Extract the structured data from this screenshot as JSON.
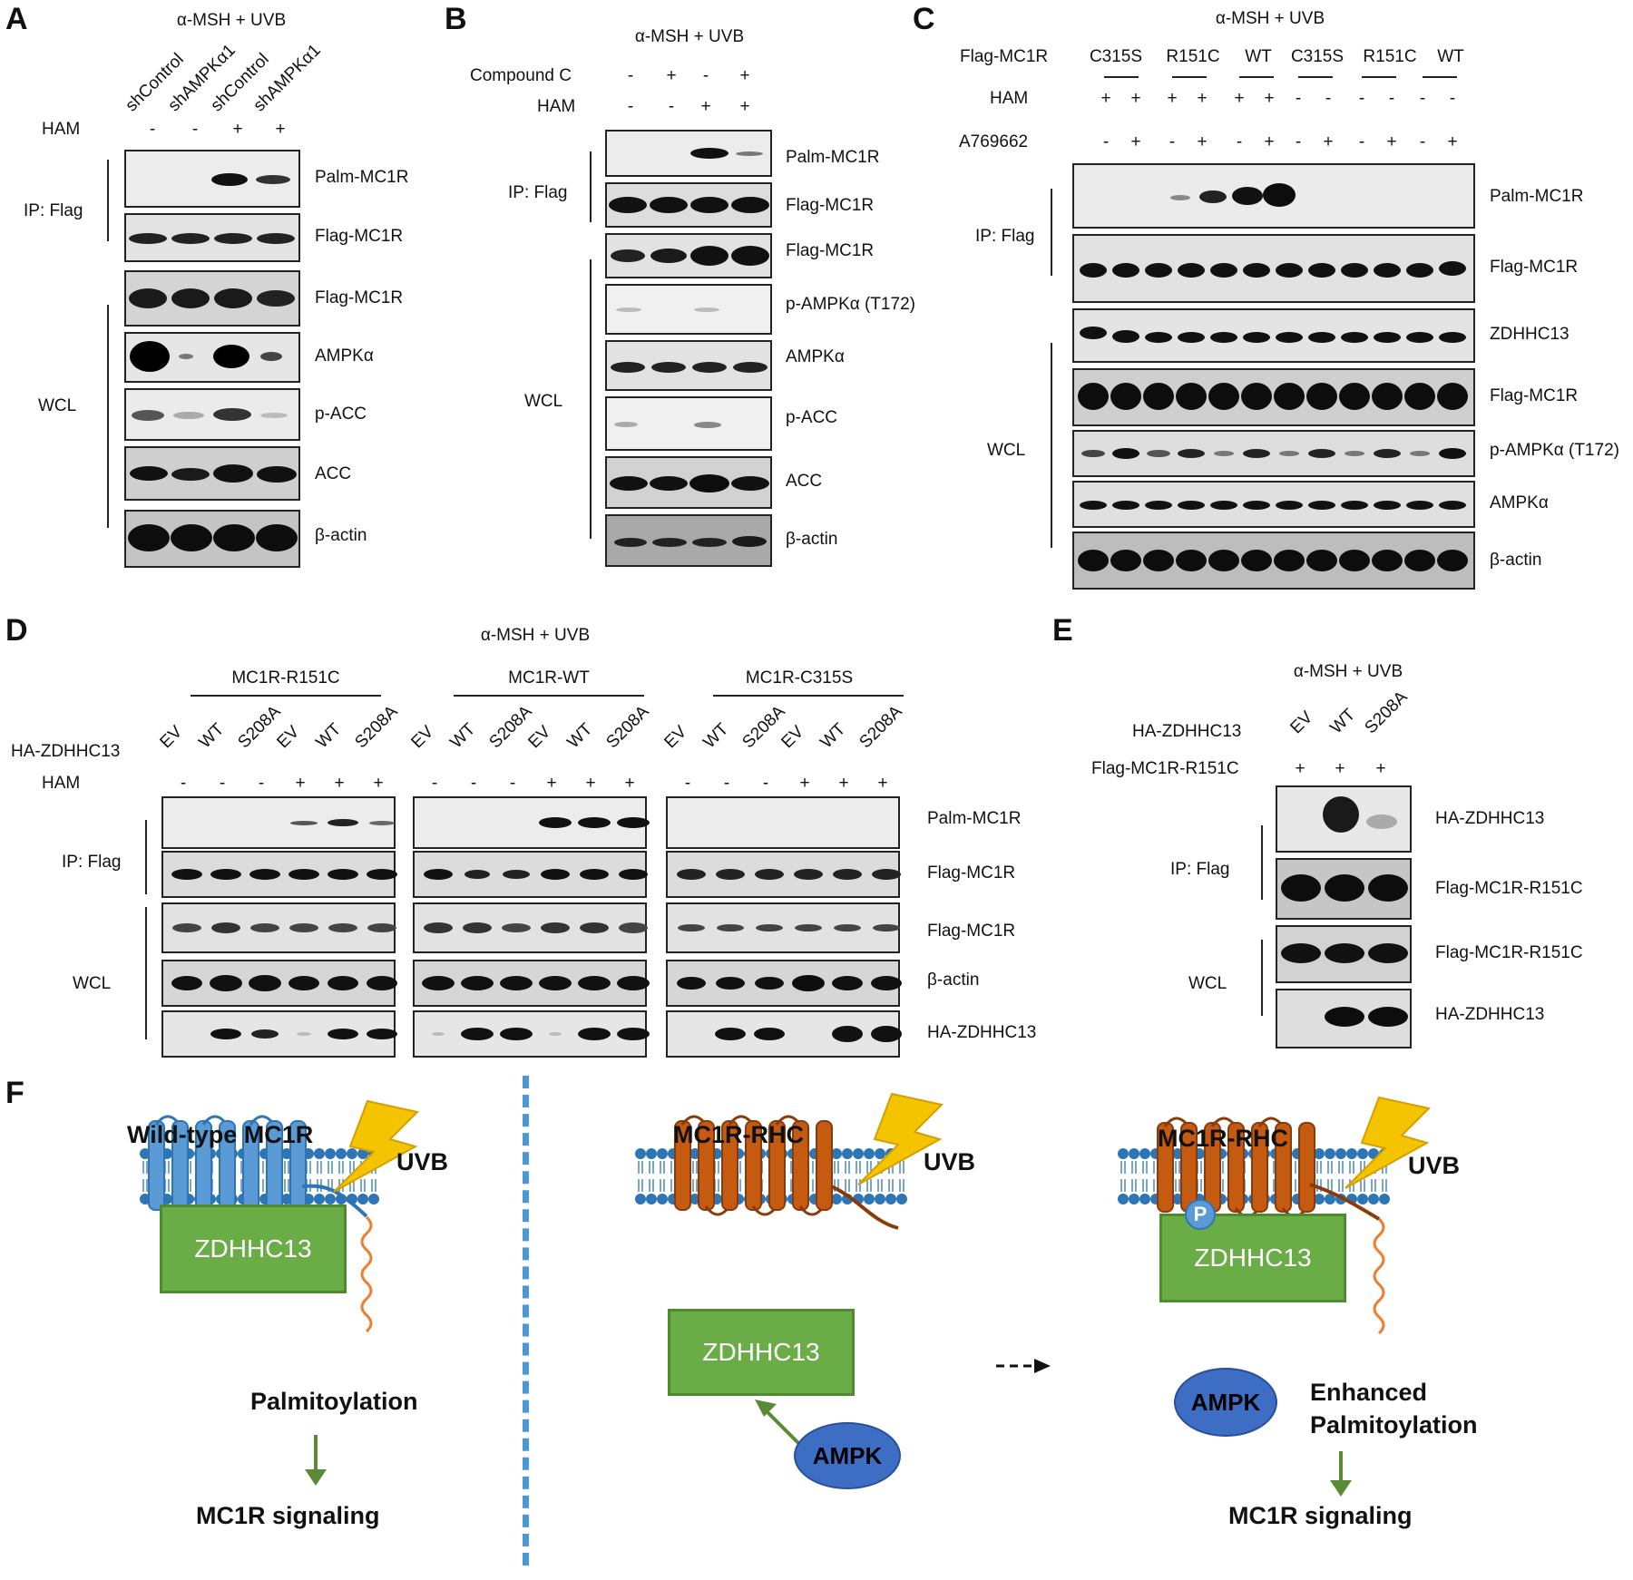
{
  "colors": {
    "wt_receptor": "#5b9bd5",
    "rhc_receptor": "#c55a11",
    "zdhhc": "#6aac46",
    "ampk": "#3d6ec4",
    "lightning": "#f5c400",
    "membrane": "#2e75b6",
    "palm_chain": "#ed7d31",
    "divider": "#4a98d6",
    "arrow": "#5a8a35"
  },
  "panels": {
    "A": {
      "label": "A",
      "condition": "α-MSH + UVB",
      "lanes": [
        "shControl",
        "shAMPKα1",
        "shControl",
        "shAMPKα1"
      ],
      "ham_label": "HAM",
      "ham": [
        "-",
        "-",
        "+",
        "+"
      ],
      "ip_label": "IP: Flag",
      "wcl_label": "WCL",
      "blots": [
        "Palm-MC1R",
        "Flag-MC1R",
        "Flag-MC1R",
        "AMPKα",
        "p-ACC",
        "ACC",
        "β-actin"
      ]
    },
    "B": {
      "label": "B",
      "condition": "α-MSH + UVB",
      "compound_label": "Compound C",
      "compound": [
        "-",
        "+",
        "-",
        "+"
      ],
      "ham_label": "HAM",
      "ham": [
        "-",
        "-",
        "+",
        "+"
      ],
      "ip_label": "IP: Flag",
      "wcl_label": "WCL",
      "blots": [
        "Palm-MC1R",
        "Flag-MC1R",
        "Flag-MC1R",
        "p-AMPKα (T172)",
        "AMPKα",
        "p-ACC",
        "ACC",
        "β-actin"
      ]
    },
    "C": {
      "label": "C",
      "condition": "α-MSH + UVB",
      "flag_label": "Flag-MC1R",
      "groups": [
        "C315S",
        "R151C",
        "WT",
        "C315S",
        "R151C",
        "WT"
      ],
      "ham_label": "HAM",
      "ham": [
        "+",
        "+",
        "+",
        "+",
        "+",
        "+",
        "-",
        "-",
        "-",
        "-",
        "-",
        "-"
      ],
      "a76_label": "A769662",
      "a76": [
        "-",
        "+",
        "-",
        "+",
        "-",
        "+",
        "-",
        "+",
        "-",
        "+",
        "-",
        "+"
      ],
      "ip_label": "IP: Flag",
      "wcl_label": "WCL",
      "blots": [
        "Palm-MC1R",
        "Flag-MC1R",
        "ZDHHC13",
        "Flag-MC1R",
        "p-AMPKα (T172)",
        "AMPKα",
        "β-actin"
      ]
    },
    "D": {
      "label": "D",
      "condition": "α-MSH + UVB",
      "groups": [
        "MC1R-R151C",
        "MC1R-WT",
        "MC1R-C315S"
      ],
      "ha_label": "HA-ZDHHC13",
      "lanes": [
        "EV",
        "WT",
        "S208A",
        "EV",
        "WT",
        "S208A"
      ],
      "ham_label": "HAM",
      "ham": [
        "-",
        "-",
        "-",
        "+",
        "+",
        "+"
      ],
      "ip_label": "IP: Flag",
      "wcl_label": "WCL",
      "blots": [
        "Palm-MC1R",
        "Flag-MC1R",
        "Flag-MC1R",
        "β-actin",
        "HA-ZDHHC13"
      ]
    },
    "E": {
      "label": "E",
      "condition": "α-MSH + UVB",
      "ha_label": "HA-ZDHHC13",
      "lanes": [
        "EV",
        "WT",
        "S208A"
      ],
      "flag_label": "Flag-MC1R-R151C",
      "flag": [
        "+",
        "+",
        "+"
      ],
      "ip_label": "IP: Flag",
      "wcl_label": "WCL",
      "blots": [
        "HA-ZDHHC13",
        "Flag-MC1R-R151C",
        "Flag-MC1R-R151C",
        "HA-ZDHHC13"
      ]
    },
    "F": {
      "label": "F",
      "wt_title": "Wild-type MC1R",
      "rhc_title": "MC1R-RHC",
      "uvb": "UVB",
      "zdhhc": "ZDHHC13",
      "palmitoylation": "Palmitoylation",
      "signaling": "MC1R signaling",
      "ampk": "AMPK",
      "p": "P",
      "enhanced1": "Enhanced",
      "enhanced2": "Palmitoylation"
    }
  }
}
